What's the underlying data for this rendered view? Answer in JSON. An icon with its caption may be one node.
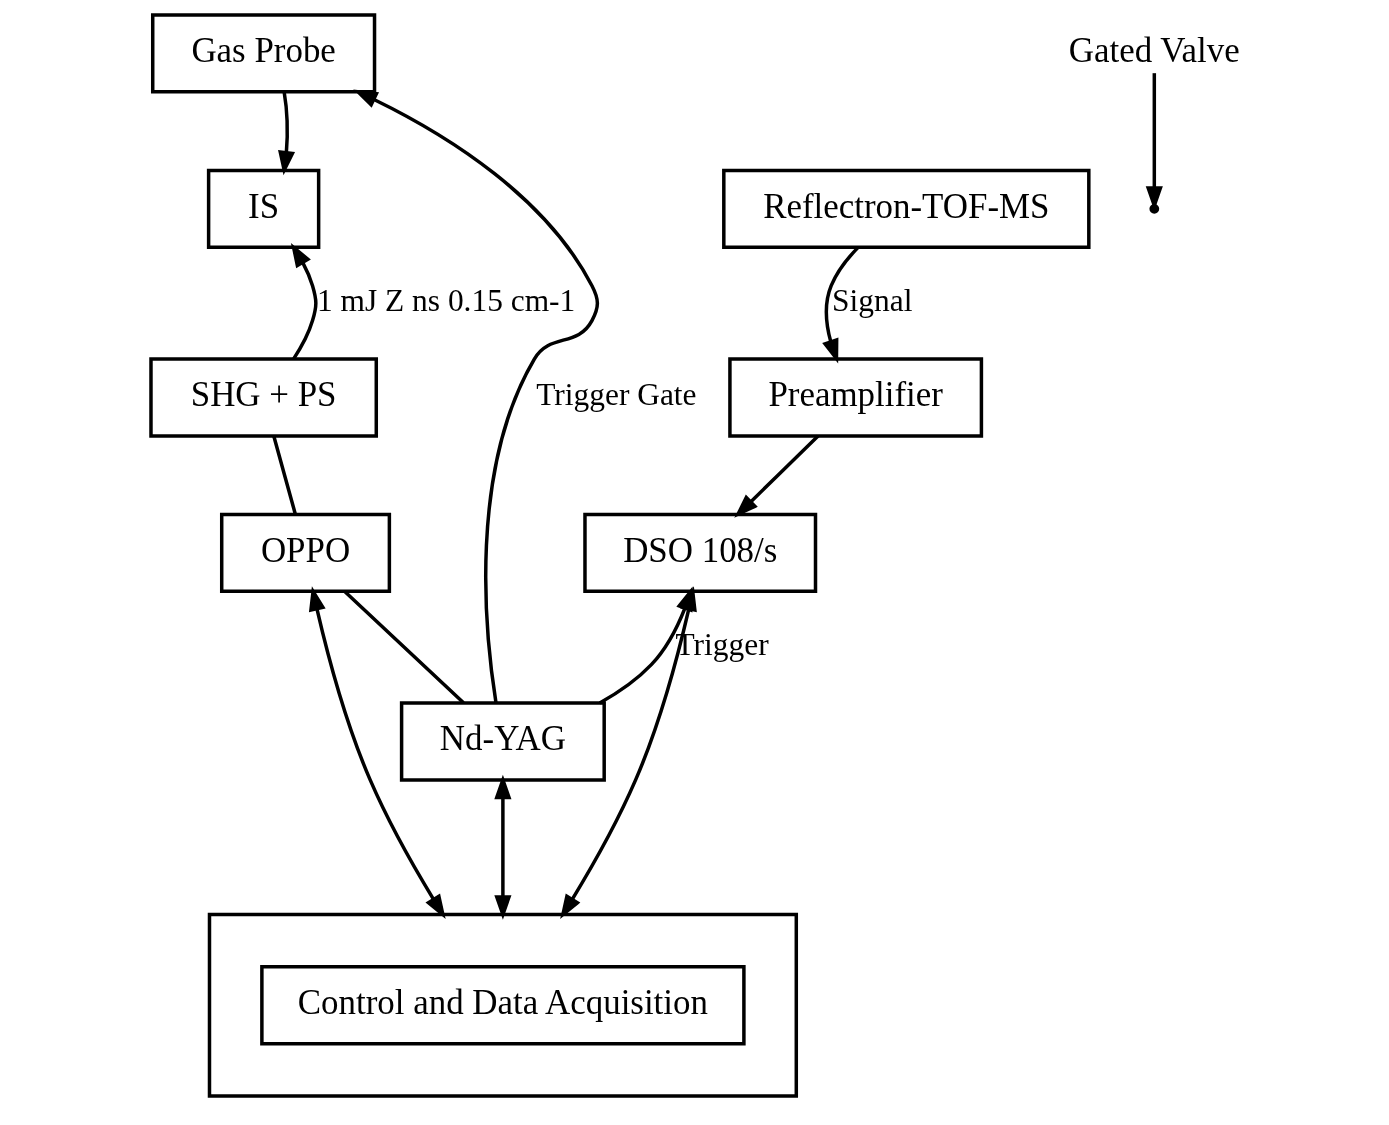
{
  "diagram": {
    "nodes": [
      {
        "text": [
          "Gas Probe"
        ]
      },
      {
        "text": [
          "IS"
        ]
      },
      {
        "text": [
          "Reflectron-TOF-MS"
        ]
      },
      {
        "text": [
          "Gated Valve"
        ]
      },
      {
        "text": [
          "Preamplifier"
        ]
      },
      {
        "text": [
          "DSO 108/s"
        ]
      },
      {
        "text": [
          "SHG + PS"
        ]
      },
      {
        "text": [
          "OPPO"
        ]
      },
      {
        "text": [
          "Nd-YAG"
        ]
      },
      {
        "text": [],
        "shape": "box"
      },
      {
        "text": [
          "Control and Data Acquisition"
        ],
        "in": 9
      }
    ],
    "edges": [
      {
        "from": 0,
        "to": 1,
        "arrow": "to"
      },
      {
        "from": 3,
        "to": null,
        "arrow": "to"
      },
      {
        "from": 8,
        "to": 0,
        "arrow": "to",
        "label": "Trigger Gate"
      },
      {
        "from": 6,
        "to": 1,
        "arrow": "to",
        "label": "1 mJ Z ns 0.15 cm-1"
      },
      {
        "from": 2,
        "to": 4,
        "arrow": "to",
        "label": "Signal"
      },
      {
        "from": 4,
        "to": 5,
        "arrow": "to"
      },
      {
        "from": 6,
        "to": 7,
        "arrow": "none"
      },
      {
        "from": 7,
        "to": 8,
        "arrow": "none"
      },
      {
        "from": 8,
        "to": 5,
        "arrow": "to",
        "label": "Trigger"
      },
      {
        "from": 7,
        "to": 9,
        "arrow": "both"
      },
      {
        "from": 8,
        "to": 9,
        "arrow": "both"
      },
      {
        "from": 5,
        "to": 9,
        "arrow": "both"
      }
    ]
  }
}
